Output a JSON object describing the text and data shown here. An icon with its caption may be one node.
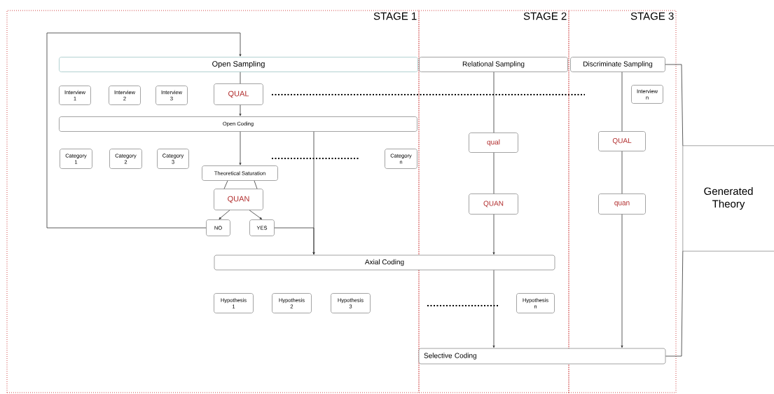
{
  "diagram": {
    "nodes": [
      {
        "text": [
          "STAGE 1"
        ]
      },
      {
        "text": [
          "STAGE 2"
        ]
      },
      {
        "text": [
          "STAGE 3"
        ]
      },
      {
        "text": [
          "Open Sampling"
        ],
        "in": 0
      },
      {
        "text": [
          "Relational Sampling"
        ],
        "in": 1
      },
      {
        "text": [
          "Discriminate Sampling"
        ],
        "in": 2
      },
      {
        "text": [
          "Interview 1"
        ],
        "in": 0
      },
      {
        "text": [
          "Interview 2"
        ],
        "in": 0
      },
      {
        "text": [
          "Interview 3"
        ],
        "in": 0
      },
      {
        "text": [
          "QUAL"
        ],
        "in": 0
      },
      {
        "text": [
          "Interview n"
        ],
        "in": 2
      },
      {
        "text": [
          "Open Coding"
        ],
        "in": 0
      },
      {
        "text": [
          "Category 1"
        ],
        "in": 0
      },
      {
        "text": [
          "Category 2"
        ],
        "in": 0
      },
      {
        "text": [
          "Category 3"
        ],
        "in": 0
      },
      {
        "text": [
          "Theoretical Saturation"
        ],
        "in": 0
      },
      {
        "text": [
          "Category n"
        ],
        "in": 0
      },
      {
        "text": [
          "qual"
        ],
        "in": 1
      },
      {
        "text": [
          "QUAL"
        ],
        "in": 2
      },
      {
        "text": [
          "QUAN"
        ],
        "in": 0
      },
      {
        "text": [
          "QUAN"
        ],
        "in": 1
      },
      {
        "text": [
          "quan"
        ],
        "in": 2
      },
      {
        "text": [
          "NO"
        ],
        "in": 0
      },
      {
        "text": [
          "YES"
        ],
        "in": 0
      },
      {
        "text": [
          "Axial Coding"
        ]
      },
      {
        "text": [
          "Hypothesis 1"
        ],
        "in": 0
      },
      {
        "text": [
          "Hypothesis 2"
        ],
        "in": 0
      },
      {
        "text": [
          "Hypothesis 3"
        ],
        "in": 0
      },
      {
        "text": [
          "Hypothesis n"
        ],
        "in": 1
      },
      {
        "text": [
          "Selective Coding"
        ]
      },
      {
        "text": [
          "Generated Theory"
        ]
      }
    ],
    "edges": [
      {
        "from": 22,
        "to": 3,
        "arrow": "to"
      },
      {
        "from": 3,
        "to": 9,
        "arrow": "none"
      },
      {
        "from": 9,
        "to": 11,
        "arrow": "to"
      },
      {
        "from": 11,
        "to": 15,
        "arrow": "to"
      },
      {
        "from": 15,
        "to": 19,
        "arrow": "none"
      },
      {
        "from": 15,
        "to": 19,
        "arrow": "none"
      },
      {
        "from": 19,
        "to": 22,
        "arrow": "to"
      },
      {
        "from": 19,
        "to": 23,
        "arrow": "to"
      },
      {
        "from": 11,
        "to": 24,
        "arrow": "to"
      },
      {
        "from": 23,
        "to": 24,
        "arrow": "to"
      },
      {
        "from": 4,
        "to": 17,
        "arrow": "none"
      },
      {
        "from": 17,
        "to": 20,
        "arrow": "none"
      },
      {
        "from": 20,
        "to": 24,
        "arrow": "to"
      },
      {
        "from": 24,
        "to": 29,
        "arrow": "to"
      },
      {
        "from": 5,
        "to": 18,
        "arrow": "none"
      },
      {
        "from": 18,
        "to": 21,
        "arrow": "none"
      },
      {
        "from": 21,
        "to": 29,
        "arrow": "to"
      },
      {
        "from": 5,
        "to": 30,
        "arrow": "none"
      },
      {
        "from": 29,
        "to": 30,
        "arrow": "none"
      }
    ]
  }
}
